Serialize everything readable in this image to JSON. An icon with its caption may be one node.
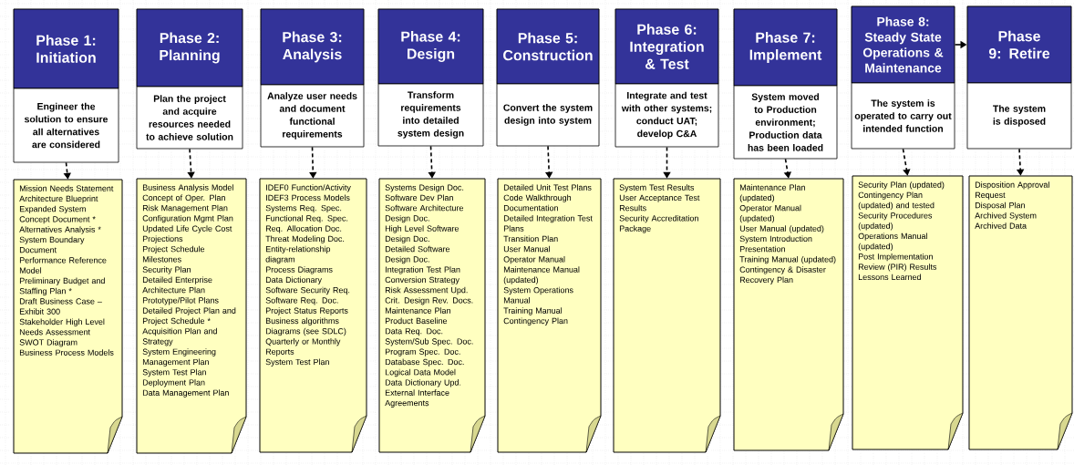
{
  "diagram": {
    "nodes": [
      {
        "text": [
          "Phase 1: Initiation"
        ]
      },
      {
        "text": [
          "Engineer the solution to ensure all alternatives are considered"
        ]
      },
      {
        "text": [
          "Mission Needs Statement",
          "Architecture Blueprint",
          "Expanded System Concept Document *",
          "Alternatives Analysis *",
          "System Boundary Document",
          "Performance Reference Model",
          "Preliminary Budget and Staffing Plan *",
          "Draft Business Case – Exhibit 300",
          "Stakeholder High Level Needs Assessment",
          "SWOT Diagram",
          "Business Process Models"
        ]
      },
      {
        "text": [
          "Phase 2: Planning"
        ]
      },
      {
        "text": [
          "Plan the project and acquire resources needed to achieve solution"
        ]
      },
      {
        "text": [
          "Business Analysis Model",
          "Concept of Oper. Plan",
          "Risk Management Plan",
          "Configuration Mgmt Plan",
          "Updated Life Cycle Cost Projections",
          "Project Schedule",
          "Milestones",
          "Security Plan",
          "Detailed Enterprise Architecture Plan",
          "Prototype/Pilot Plans",
          "Detailed Project Plan and Project Schedule *",
          "Acquisition Plan and Strategy",
          "System Engineering Management Plan",
          "System Test Plan",
          "Deployment Plan",
          "Data Management Plan"
        ]
      },
      {
        "text": [
          "Phase 3: Analysis"
        ]
      },
      {
        "text": [
          "Analyze user needs and document functional requirements"
        ]
      },
      {
        "text": [
          "IDEF0 Function/Activity",
          "IDEF3 Process Models",
          "Systems Req. Spec.",
          "Functional Req. Spec.",
          "Req. Allocation Doc.",
          "Threat Modeling Doc.",
          "Entity-relationship diagram",
          "Process Diagrams",
          "Data Dictionary",
          "Software Security Req.",
          "Software Req. Doc.",
          "Project Status Reports",
          "Business algorithms",
          "Diagrams (see SDLC)",
          "Quarterly or Monthly Reports",
          "System Test Plan"
        ]
      },
      {
        "text": [
          "Phase 4: Design"
        ]
      },
      {
        "text": [
          "Transform requirements into detailed system design"
        ]
      },
      {
        "text": [
          "Systems Design Doc.",
          "Software Dev Plan",
          "Software Architecture Design Doc.",
          "High Level Software Design Doc.",
          "Detailed Software Design Doc.",
          "Integration Test Plan",
          "Conversion Strategy",
          "Risk Assessment Upd.",
          "Crit. Design Rev. Docs.",
          "Maintenance Plan",
          "Product Baseline",
          "Data Req. Doc.",
          "System/Sub Spec. Doc.",
          "Program Spec. Doc.",
          "Database Spec. Doc.",
          "Logical Data Model",
          "Data Dictionary Upd.",
          "External Interface Agreements"
        ]
      },
      {
        "text": [
          "Phase 5: Construction"
        ]
      },
      {
        "text": [
          "Convert the system design into system"
        ]
      },
      {
        "text": [
          "Detailed Unit Test Plans",
          "Code Walkthrough Documentation",
          "Detailed Integration Test Plans",
          "Transition Plan",
          "User Manual",
          "Operator Manual",
          "Maintenance Manual (updated)",
          "System Operations Manual",
          "Training Manual",
          "Contingency Plan"
        ]
      },
      {
        "text": [
          "Phase 6: Integration & Test"
        ]
      },
      {
        "text": [
          "Integrate and test with other systems; conduct UAT; develop C&A"
        ]
      },
      {
        "text": [
          "System Test Results",
          "User Acceptance Test Results",
          "Security Accreditation Package"
        ]
      },
      {
        "text": [
          "Phase 7: Implement"
        ]
      },
      {
        "text": [
          "System moved to Production environment; Production data has been loaded"
        ]
      },
      {
        "text": [
          "Maintenance Plan (updated)",
          "Operator Manual (updated)",
          "User Manual (updated)",
          "System Introduction Presentation",
          "Training Manual (updated)",
          "Contingency & Disaster Recovery Plan"
        ]
      },
      {
        "text": [
          "Phase 8: Steady State Operations & Maintenance"
        ]
      },
      {
        "text": [
          "The system is operated to carry out intended function"
        ]
      },
      {
        "text": [
          "Security Plan (updated)",
          "Contingency Plan (updated) and tested",
          "Security Procedures (updated)",
          "Operations Manual (updated)",
          "Post Implementation Review (PIR) Results",
          "Lessons Learned"
        ]
      },
      {
        "text": [
          "Phase 9: Retire"
        ]
      },
      {
        "text": [
          "The system is disposed"
        ]
      },
      {
        "text": [
          "Disposition Approval Request",
          "Disposal Plan",
          "Archived System",
          "Archived Data"
        ]
      }
    ],
    "edges": [
      {
        "from": 1,
        "to": 2,
        "arrow": "to",
        "style": "dashed"
      },
      {
        "from": 4,
        "to": 5,
        "arrow": "to",
        "style": "dashed"
      },
      {
        "from": 7,
        "to": 8,
        "arrow": "to",
        "style": "dashed"
      },
      {
        "from": 10,
        "to": 11,
        "arrow": "to",
        "style": "dashed"
      },
      {
        "from": 13,
        "to": 14,
        "arrow": "to",
        "style": "dashed"
      },
      {
        "from": 16,
        "to": 17,
        "arrow": "to",
        "style": "dashed"
      },
      {
        "from": 19,
        "to": 20,
        "arrow": "to",
        "style": "dashed"
      },
      {
        "from": 22,
        "to": 23,
        "arrow": "to",
        "style": "dashed"
      },
      {
        "from": 25,
        "to": 26,
        "arrow": "to",
        "style": "dashed"
      },
      {
        "from": 21,
        "to": 24,
        "arrow": "to"
      }
    ]
  }
}
